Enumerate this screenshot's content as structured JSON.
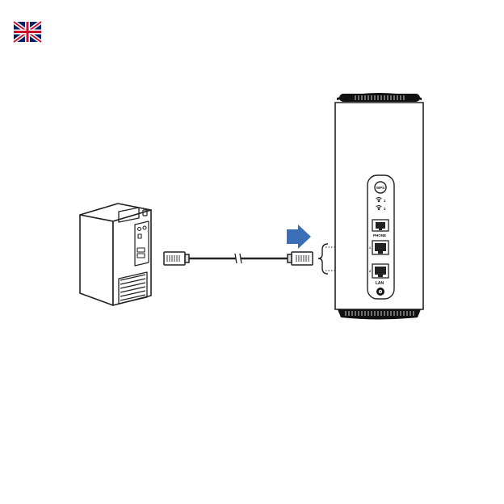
{
  "flag": {
    "icon": "uk-flag-icon",
    "colors": {
      "blue": "#012169",
      "red": "#C8102E",
      "white": "#FFFFFF"
    }
  },
  "computer": {
    "icon": "desktop-tower-icon"
  },
  "cable": {
    "icon": "ethernet-cable-icon"
  },
  "arrow": {
    "icon": "arrow-right-icon",
    "color": "#3A6FB7"
  },
  "router": {
    "icon": "router-icon",
    "wps_label": "WPS",
    "wifi_labels": [
      "1",
      "2"
    ],
    "phone_label": "PHONE",
    "lan_label": "LAN",
    "port_numbers": [
      "1",
      "2"
    ]
  }
}
